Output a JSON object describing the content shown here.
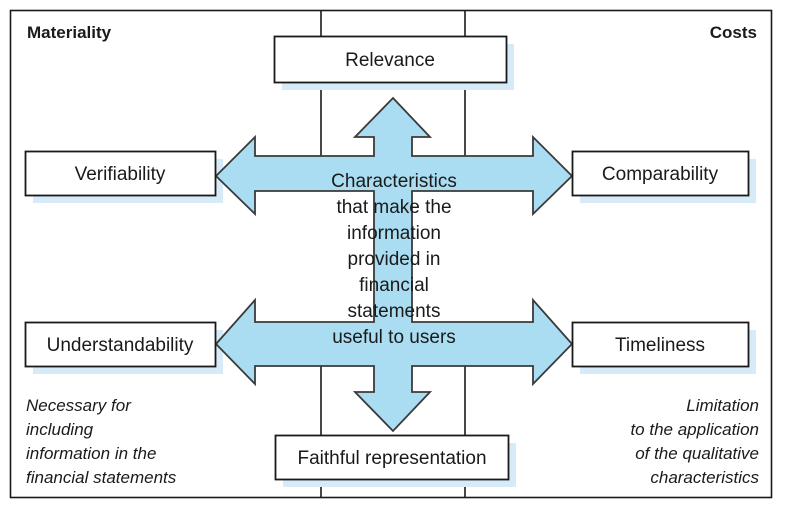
{
  "diagram": {
    "title_hidden": "Qualitative characteristics of financial information",
    "corner_labels": {
      "top_left": "Materiality",
      "top_right": "Costs"
    },
    "center": {
      "lines": [
        "Characteristics",
        "that make the",
        "information",
        "provided in",
        "financial",
        "statements",
        "useful to users"
      ]
    },
    "nodes": {
      "top": "Relevance",
      "left_upper": "Verifiability",
      "right_upper": "Comparability",
      "left_lower": "Understandability",
      "right_lower": "Timeliness",
      "bottom": "Faithful representation"
    },
    "notes": {
      "bottom_left": [
        "Necessary for",
        "including",
        "information in the",
        "financial statements"
      ],
      "bottom_right": [
        "Limitation",
        "to the application",
        "of the qualitative",
        "characteristics"
      ]
    },
    "colors": {
      "arrow_fill": "#ABDDF2",
      "arrow_stroke": "#3A3A3A",
      "box_stroke": "#1a1a1a",
      "box_fill": "#FFFFFF",
      "shadow": "#D6EAF8",
      "frame_stroke": "#1a1a1a",
      "text": "#1a1a1a"
    }
  }
}
